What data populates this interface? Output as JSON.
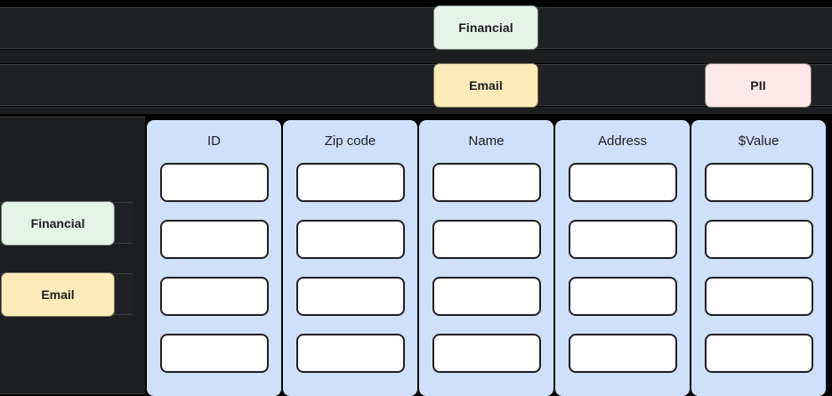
{
  "colors": {
    "financial_tag": "#e4f4e9",
    "email_tag": "#fdecb9",
    "pii_tag": "#fce9e7",
    "column_blue": "#cfe0fa",
    "panel_dark": "#202124",
    "background_dark": "#1d1e20",
    "cell_border": "#1f2023"
  },
  "top_tags": {
    "row1": [
      {
        "label": "Financial"
      }
    ],
    "row2": [
      {
        "label": "Email"
      },
      {
        "label": "PII"
      }
    ]
  },
  "sidebar": {
    "items": [
      {
        "label": "Financial"
      },
      {
        "label": "Email"
      }
    ]
  },
  "table": {
    "columns": [
      {
        "header": "ID",
        "cells": [
          "",
          "",
          "",
          ""
        ]
      },
      {
        "header": "Zip code",
        "cells": [
          "",
          "",
          "",
          ""
        ]
      },
      {
        "header": "Name",
        "cells": [
          "",
          "",
          "",
          ""
        ]
      },
      {
        "header": "Address",
        "cells": [
          "",
          "",
          "",
          ""
        ]
      },
      {
        "header": "$Value",
        "cells": [
          "",
          "",
          "",
          ""
        ]
      }
    ],
    "row_count": 4
  }
}
